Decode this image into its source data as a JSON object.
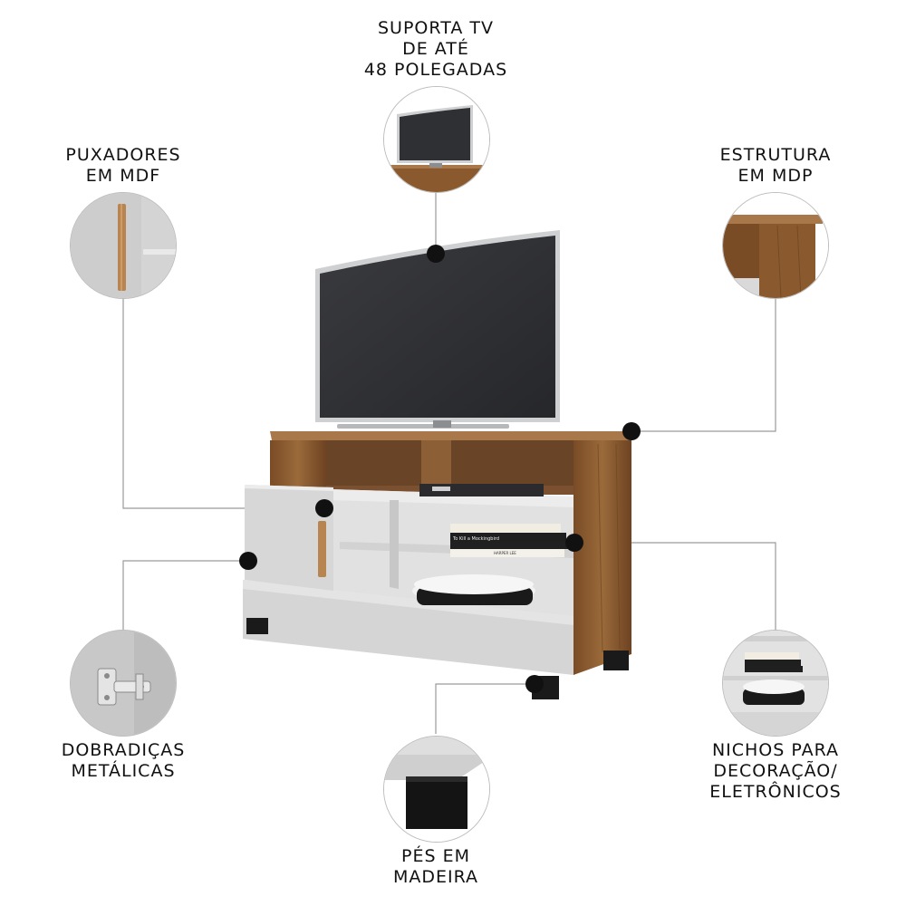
{
  "features": {
    "tv_support": {
      "lines": [
        "SUPORTA TV",
        "DE ATÉ",
        "48 POLEGADAS"
      ]
    },
    "handles": {
      "lines": [
        "PUXADORES",
        "EM MDF"
      ]
    },
    "structure": {
      "lines": [
        "ESTRUTURA",
        "EM MDP"
      ]
    },
    "hinges": {
      "lines": [
        "DOBRADIÇAS",
        "METÁLICAS"
      ]
    },
    "feet": {
      "lines": [
        "PÉS EM",
        "MADEIRA"
      ]
    },
    "niches": {
      "lines": [
        "NICHOS PARA",
        "DECORAÇÃO/",
        "ELETRÔNICOS"
      ]
    }
  },
  "book_spines": [
    "To Kill a Mockingbird",
    "HARPER LEE"
  ],
  "colors": {
    "wood": "#8a5a2e",
    "wood_dark": "#6b4322",
    "panel_gray": "#d9d9d9",
    "screen": "#2f3033",
    "callout_dot": "#111111",
    "leader_line": "#9a9a9a"
  }
}
